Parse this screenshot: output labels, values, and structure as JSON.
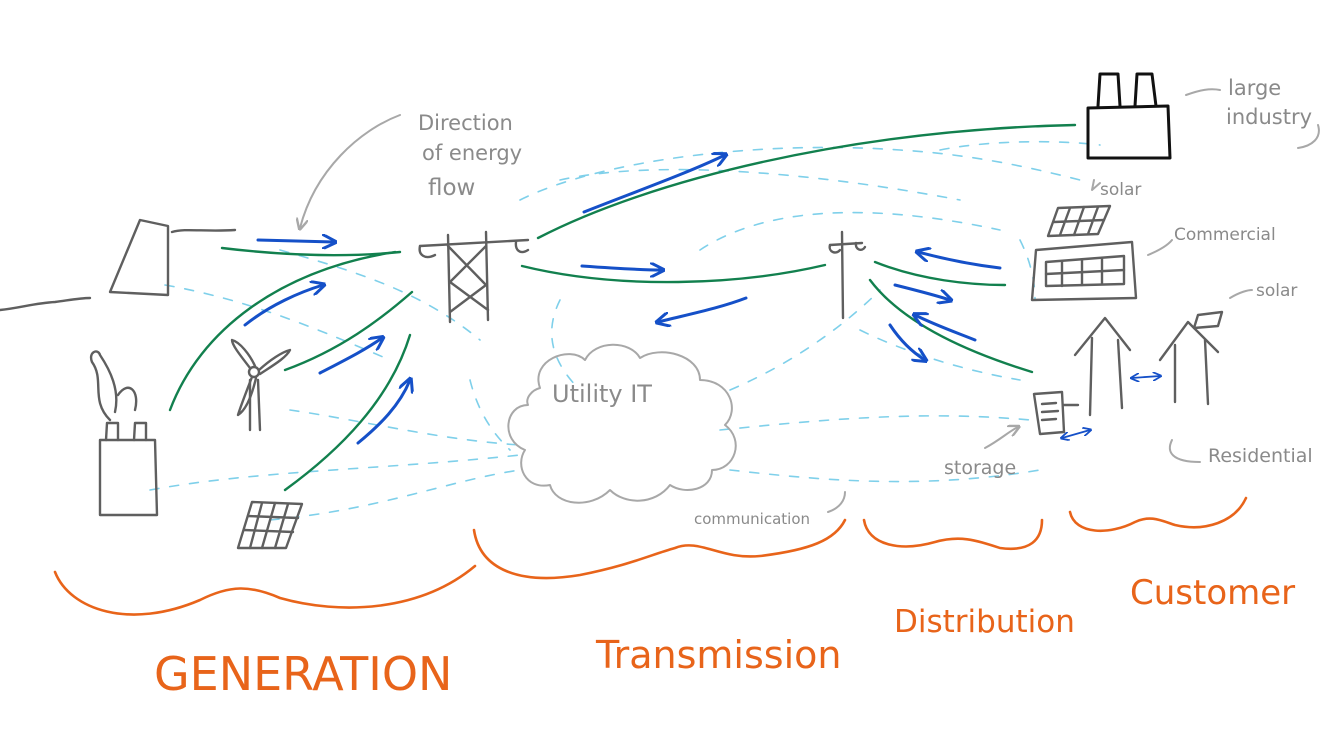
{
  "labels": {
    "direction_line1": "Direction",
    "direction_line2": "of energy",
    "direction_line3": "flow",
    "large_line1": "large",
    "large_line2": "industry",
    "solar_top": "solar",
    "commercial": "Commercial",
    "solar_res": "solar",
    "residential": "Residential",
    "storage": "storage",
    "communication": "communication",
    "utility_it": "Utility IT"
  },
  "sections": {
    "generation": "GENERATION",
    "transmission": "Transmission",
    "distribution": "Distribution",
    "customer": "Customer"
  },
  "colors": {
    "power_line": "#12804e",
    "energy_arrow": "#1550c8",
    "communication": "#7fd0ea",
    "section_brace": "#e8641a",
    "sketch": "#5f5f5f"
  }
}
